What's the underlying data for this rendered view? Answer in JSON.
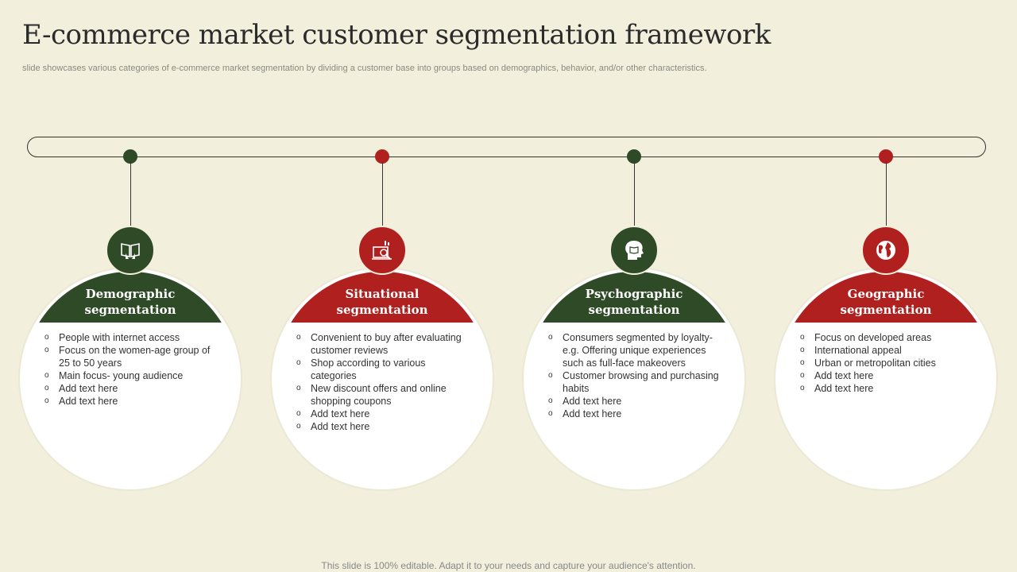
{
  "title": "E-commerce market customer segmentation framework",
  "subtitle": "slide showcases various categories of e-commerce market segmentation by dividing a customer base into groups based on demographics, behavior, and/or other characteristics.",
  "footer": "This slide is 100% editable. Adapt it to your needs and capture your audience's attention.",
  "colors": {
    "green": "#2f4a27",
    "red": "#b0201f",
    "background": "#f2efdc"
  },
  "segments": [
    {
      "title1": "Demographic",
      "title2": "segmentation",
      "icon": "reading-book-icon",
      "items": [
        "People with internet access",
        "Focus on the women-age group of 25 to 50 years",
        "Main focus- young audience",
        "Add text here",
        "Add text here"
      ]
    },
    {
      "title1": "Situational",
      "title2": "segmentation",
      "icon": "analytics-magnifier-icon",
      "items": [
        "Convenient to buy after evaluating customer reviews",
        "Shop according to various categories",
        "New discount offers and online shopping coupons",
        "Add text here",
        "Add text here"
      ]
    },
    {
      "title1": "Psychographic",
      "title2": "segmentation",
      "icon": "head-book-icon",
      "items": [
        "Consumers segmented by loyalty- e.g. Offering unique experiences such as full-face makeovers",
        "Customer browsing and purchasing habits",
        "Add text here",
        "Add text here"
      ]
    },
    {
      "title1": "Geographic",
      "title2": "segmentation",
      "icon": "globe-icon",
      "items": [
        "Focus on developed areas",
        "International appeal",
        "Urban or metropolitan cities",
        "Add text here",
        "Add text here"
      ]
    }
  ]
}
